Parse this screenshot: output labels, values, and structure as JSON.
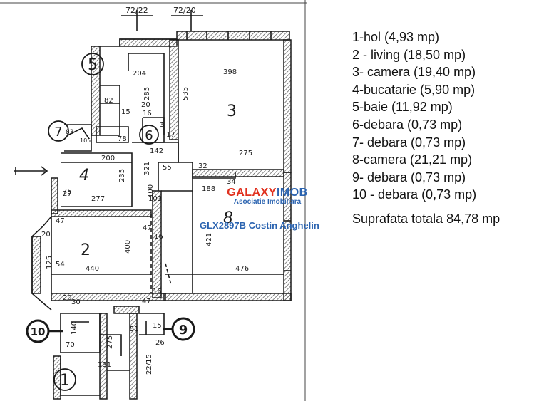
{
  "colors": {
    "ink": "#1a1a1a",
    "watermark_red": "#e0301e",
    "watermark_blue": "#2a63b0",
    "hatch": "#6b6b6b"
  },
  "plan": {
    "top_labels": [
      "72/22",
      "72/20"
    ],
    "room_numbers": [
      "1",
      "2",
      "3",
      "4",
      "5",
      "6",
      "7",
      "8",
      "9",
      "10"
    ],
    "dimensions": [
      "204",
      "398",
      "285",
      "535",
      "82",
      "15",
      "20",
      "16",
      "17",
      "3",
      "83",
      "105",
      "78",
      "142",
      "55",
      "200",
      "235",
      "321",
      "277",
      "32",
      "275",
      "188",
      "34",
      "100",
      "47",
      "20",
      "27",
      "400",
      "421",
      "103",
      "16",
      "47",
      "125",
      "54",
      "440",
      "476",
      "16",
      "47",
      "20",
      "30",
      "140",
      "70",
      "51",
      "15",
      "275",
      "131",
      "22/15",
      "26",
      "75"
    ]
  },
  "legend": {
    "items": [
      "1-hol (4,93 mp)",
      "2 - living (18,50 mp)",
      "3- camera (19,40 mp)",
      "4-bucatarie (5,90 mp)",
      "5-baie (11,92 mp)",
      "6-debara (0,73 mp)",
      "7- debara (0,73 mp)",
      "8-camera (21,21 mp)",
      "9- debara (0,73 mp)",
      "10 - debara (0,73 mp)"
    ],
    "total": "Suprafata totala 84,78 mp"
  },
  "watermark": {
    "logo_part1": "GALAXY",
    "logo_part2": "IMOB",
    "subtitle": "Asociatie Imobiliara",
    "reference": "GLX2897B Costin Anghelin"
  }
}
